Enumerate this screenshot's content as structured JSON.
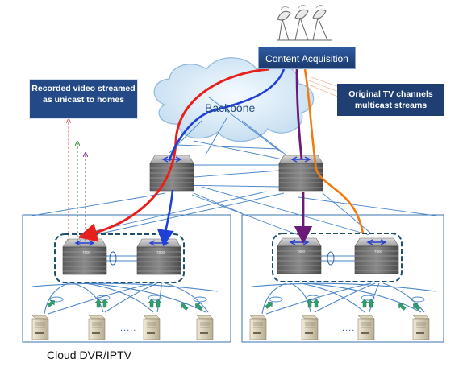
{
  "labels": {
    "content_acquisition": "Content Acquisition",
    "recorded_video": "Recorded video streamed as unicast to homes",
    "original_tv": "Original TV channels multicast streams",
    "backbone": "Backbone",
    "footer": "Cloud DVR/IPTV",
    "ellipsis_left": ".....",
    "ellipsis_right": ".....",
    "switch_model_1": "7800",
    "switch_model_2": "7800",
    "switch_model_3": "7800",
    "switch_model_4": "7800"
  },
  "colors": {
    "callout_bg": "#1f3f73",
    "unicast_flow": "#e8201c",
    "multicast_flow_blue": "#1f3fd6",
    "multicast_flow_purple": "#6b1a7a",
    "multicast_flow_orange": "#f07d12",
    "link": "#4a86c8",
    "cluster_border": "#1f4f6e"
  },
  "icons": {
    "satellite": "satellite-dish-icon",
    "core_switch": "network-switch-icon",
    "server": "server-tower-icon"
  }
}
